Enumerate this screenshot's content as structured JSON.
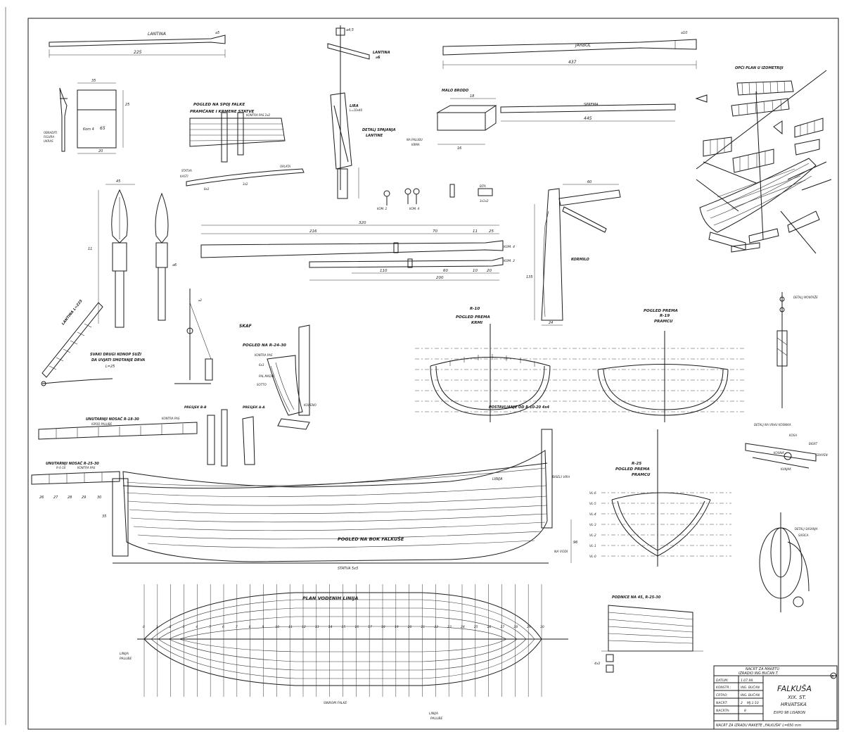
{
  "labels": {
    "lantina_top": "LANTINA",
    "lantina_dim": "225",
    "lantina_dim2": "⌀5",
    "jarbol": "JARBOL",
    "jarbol_dim": "437",
    "jarbol_dim2": "⌀10",
    "lantina_rope": "LANTINA",
    "lantina_rope2": "⌀6",
    "dim_45": "⌀4,5",
    "lira": "LIRA",
    "lira_sub": "L=10x40",
    "detalj_spajanja": "DETALJ SPAJANJA",
    "lantine": "LANTINE",
    "pogled_spoj": "POGLED NA SPOJ FALKE",
    "pramcane": "PRAMČANE I KRMENE STATVE",
    "kontra_pas": "KONTRA PAS 2x2",
    "opci_plan": "OPĆI PLAN U IZOMETRIJI",
    "malo_brodo": "MALO BRODO",
    "dim_18": "18",
    "na_palubu": "NA PALUBU",
    "krma": "KRMA",
    "dim_16": "16",
    "dim_5x5": "5x5",
    "sprema": "SPREMA",
    "dim_445": "445",
    "kormilo": "KORMILO",
    "dim_60": "60",
    "dim_135": "135",
    "dim_24": "24",
    "dim_35": "35",
    "dim_25": "25",
    "dim_65": "65",
    "kom4": "Kom 4",
    "dim_20": "20",
    "obrabiti": "OBRADITI",
    "figura": "FIGURA",
    "ukras": "UKRAS",
    "statva": "STATVA",
    "kasti": "KASTI",
    "oplata": "OPLATA",
    "dim_8x2": "8x2",
    "dim_4x2": "4x2",
    "dim_3x2": "3x2",
    "dim_45_small": "45",
    "dim_11": "11",
    "dim_6": "⌀6",
    "oar_total": "320",
    "oar_216": "216",
    "oar_70": "70",
    "oar_11": "11",
    "oar_25": "25",
    "oar_110": "110",
    "oar_60": "60",
    "oar_10": "10",
    "oar_20": "20",
    "oar_200": "200",
    "oar_kom4": "KOM. 4",
    "oar_kom2": "KOM. 2",
    "dim_42": "⌀2",
    "kom2": "KOM. 2",
    "kom4b": "KOM. 4",
    "bita": "BITA",
    "bita_sub": "3x1x2",
    "skaf": "SKAF",
    "pogled_r24": "POGLED NA R-24-30",
    "kontra_pas2": "KONTRA PAS",
    "dim_6x3": "6x3",
    "pal_madir": "PAL.MADIR",
    "sotto": "SOTTO",
    "koljeno": "KOLJENO",
    "presjek_aa": "PRESJEK A-A",
    "presjek_bb": "PRESJEK B-B",
    "svaki_drugi": "SVAKI DRUGI KONOP SUŽI",
    "da_uvjati": "DA UVJATI SMOTANJE DRVA",
    "l25": "L=25",
    "lantina_l225": "LANTINA L=225",
    "unutarnji_nosac": "UNUTARNJI NOSAČ R-18-30",
    "ispod_palube": "ISPOD PALUBE",
    "kontra_pas3": "KONTRA PAS",
    "r10": "R-10",
    "pogled_prema_krmi": "POGLED PREMA",
    "krmi": "KRMI",
    "r19": "R-19",
    "pogled_prema_pramcu": "POGLED PREMA",
    "pramcu": "PRAMCU",
    "postavljanje": "POSTAVLJANJE OD R-10-20 4x4",
    "r25": "R-25",
    "pogled_prema_pramcu2": "POGLED PREMA",
    "pramcu2": "PRAMCU",
    "detalj_montaze": "DETALJ MONTAŽE",
    "detalj_vrha": "DETALJ NA VRHU KOSNIKA",
    "kosa": "KOSA",
    "kosnik": "KOSNIK",
    "bigrt": "BIGRT",
    "grayen": "GRAYEN",
    "kunjak": "KUNJAK",
    "detalj_sasanja": "DETALJ SASANJA",
    "sasica": "SASICA",
    "pogled_bok": "POGLED NA BOK FALKUŠE",
    "statva_5x5": "STATVA 5x5",
    "linija": "LINIJA",
    "biseli_vrh": "BISELI VRH",
    "plan_vodenih": "PLAN VODENIH LINIJA",
    "linija_palube": "LINIJA",
    "palube": "PALUBE",
    "sinrom_falke": "SINROM FALKE",
    "linija_palube2": "LINIJA",
    "palube2": "PALUBE",
    "podnice": "PODNICE NA 45, R-25-30",
    "unutarnji_nosac2": "UNUTARNJI NOSAČ R-25-30",
    "r6r10": "R-6-10",
    "kontra_pas4": "KONTRA PAS",
    "na_vodi": "NA VODI",
    "dim_26": "26",
    "dim_27": "27",
    "dim_28": "28",
    "dim_29": "29",
    "dim_30": "30",
    "dim_96": "96",
    "dim_35b": "35",
    "vl0": "VL-0",
    "vl1": "VL-1",
    "vl2": "VL-2",
    "vl3": "VL-3",
    "vl4": "VL-4",
    "vl5": "VL-5",
    "vl6": "VL-6",
    "page_no": "8"
  },
  "title_block": {
    "header1": "NACRT ZA MAKETU",
    "header2": "IZRADIO ING BUČAN T.",
    "datum_k": "DATUM:",
    "datum_v": "1.07.98.",
    "konstr_k": "KONSTR.:",
    "konstr_v": "ING. BUČAN",
    "crtao_k": "CRTAO:",
    "crtao_v": "ING. BUČAN",
    "nacrt_k": "NACRT:",
    "nacrt_v": "2",
    "mj_v": "MJ.1:10",
    "nacrta_k": "NACRTA:",
    "nacrta_v": "8",
    "title": "FALKUŠA",
    "subtitle": "XIX. ST.",
    "region": "HRVATSKA",
    "expo": "EXPO 98 LISABON",
    "footer": "NACRT ZA IZRADU MAKETE „FALKUŠA” L=650 mm"
  },
  "stations": [
    "0",
    "1",
    "2",
    "3",
    "4",
    "5",
    "6",
    "7",
    "8",
    "9",
    "10",
    "11",
    "12",
    "13",
    "14",
    "15",
    "16",
    "17",
    "18",
    "19",
    "20",
    "21",
    "22",
    "23",
    "24",
    "25",
    "26",
    "27",
    "28",
    "29",
    "30"
  ]
}
